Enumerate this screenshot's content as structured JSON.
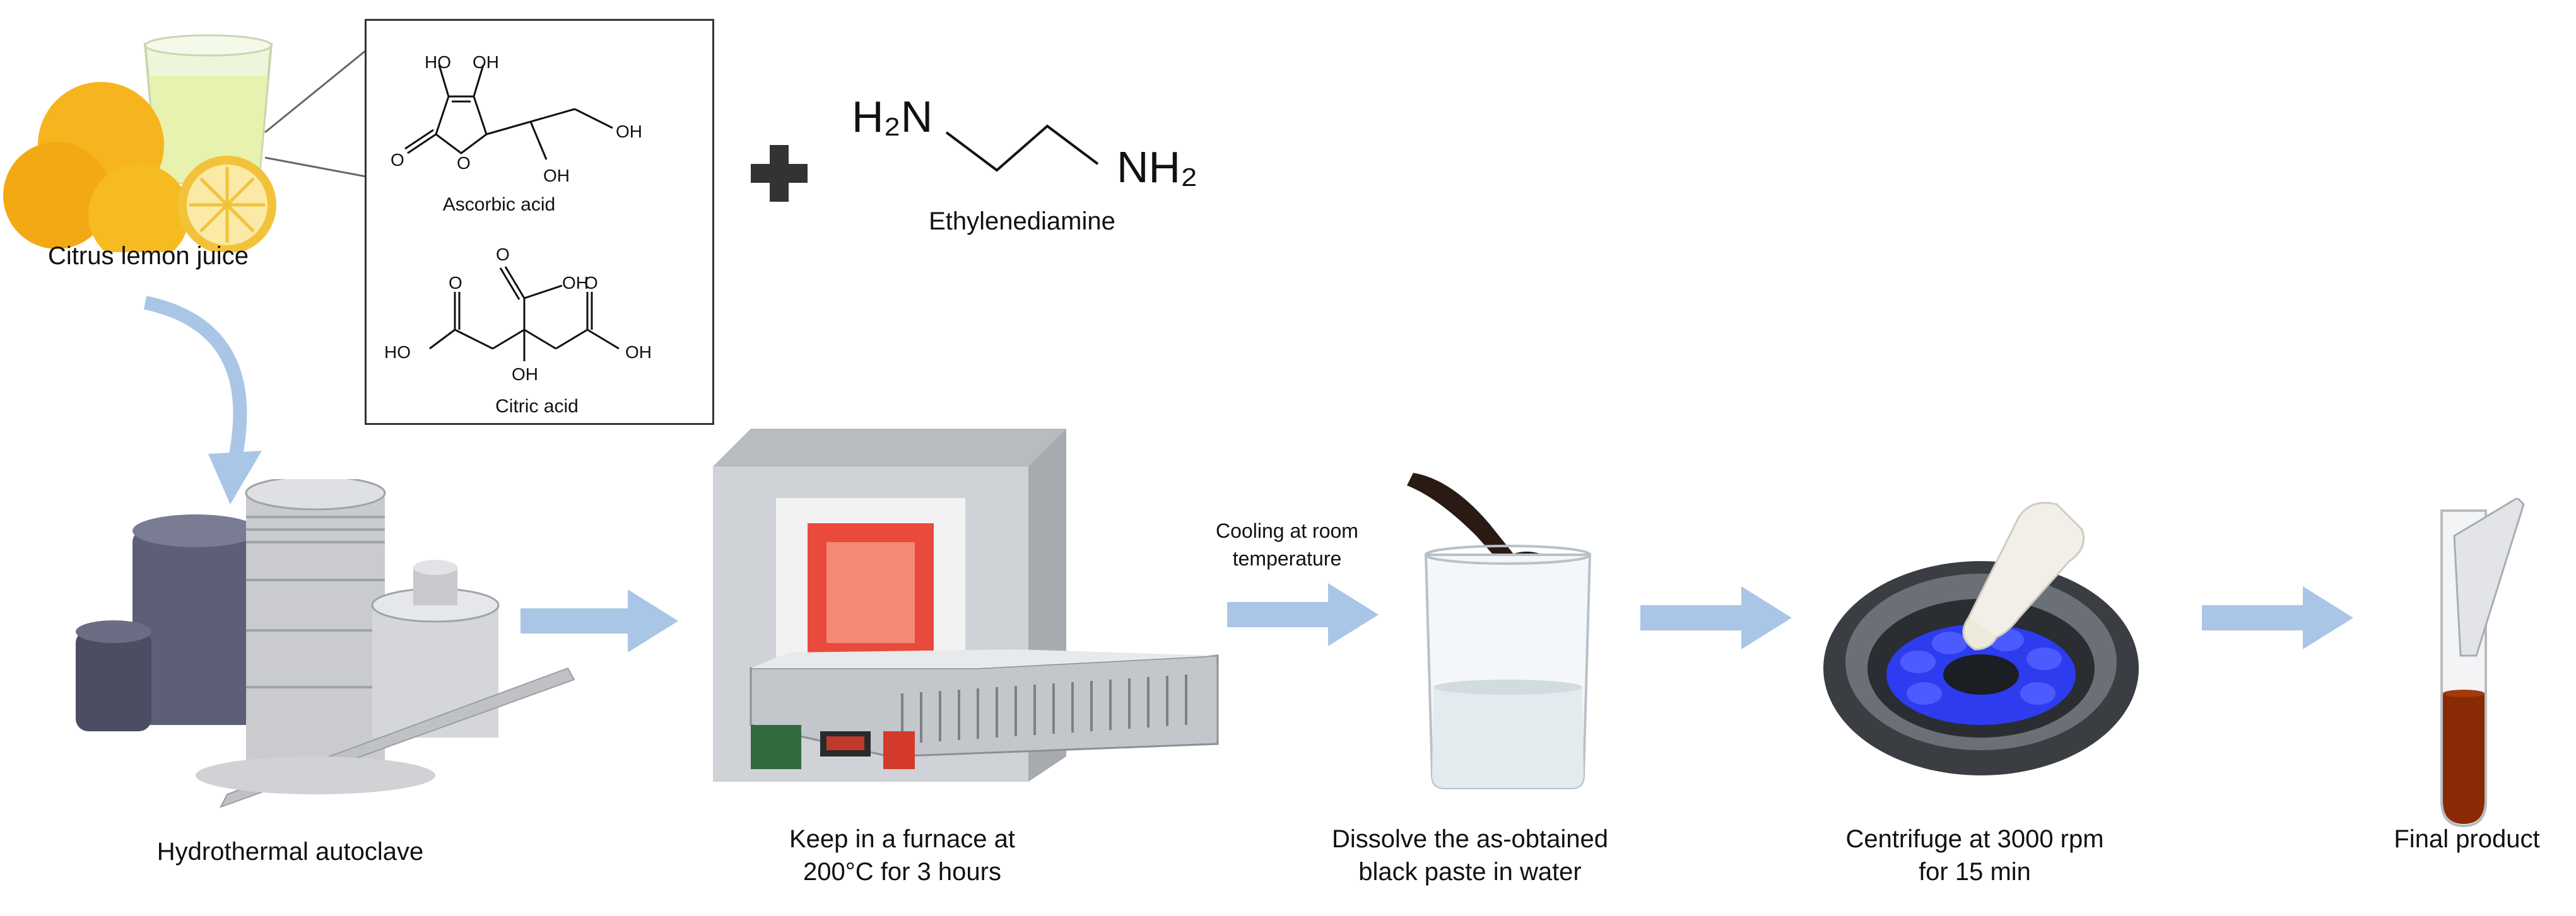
{
  "labels": {
    "lemon": "Citrus lemon juice",
    "ascorbic": "Ascorbic acid",
    "citric": "Citric acid",
    "ethylenediamine": "Ethylenediamine",
    "h2n": "H₂N",
    "nh2": "NH₂",
    "autoclave": "Hydrothermal autoclave",
    "furnace_line1": "Keep in a furnace at",
    "furnace_line2": "200°C for 3 hours",
    "cooling_line1": "Cooling at room",
    "cooling_line2": "temperature",
    "dissolve_line1": "Dissolve the as-obtained",
    "dissolve_line2": "black paste in water",
    "centrifuge_line1": "Centrifuge at 3000 rpm",
    "centrifuge_line2": "for 15 min",
    "final": "Final product"
  },
  "chem_atoms": {
    "oh": "OH",
    "ho": "HO",
    "o": "O",
    "oh_lower": "oh"
  },
  "colors": {
    "arrow": "#a9c6e6",
    "lemon": "#f5b31c",
    "furnace_glow": "#e94a3c",
    "centrifuge_blue": "#2e3cf0",
    "product": "#8a2a05"
  }
}
